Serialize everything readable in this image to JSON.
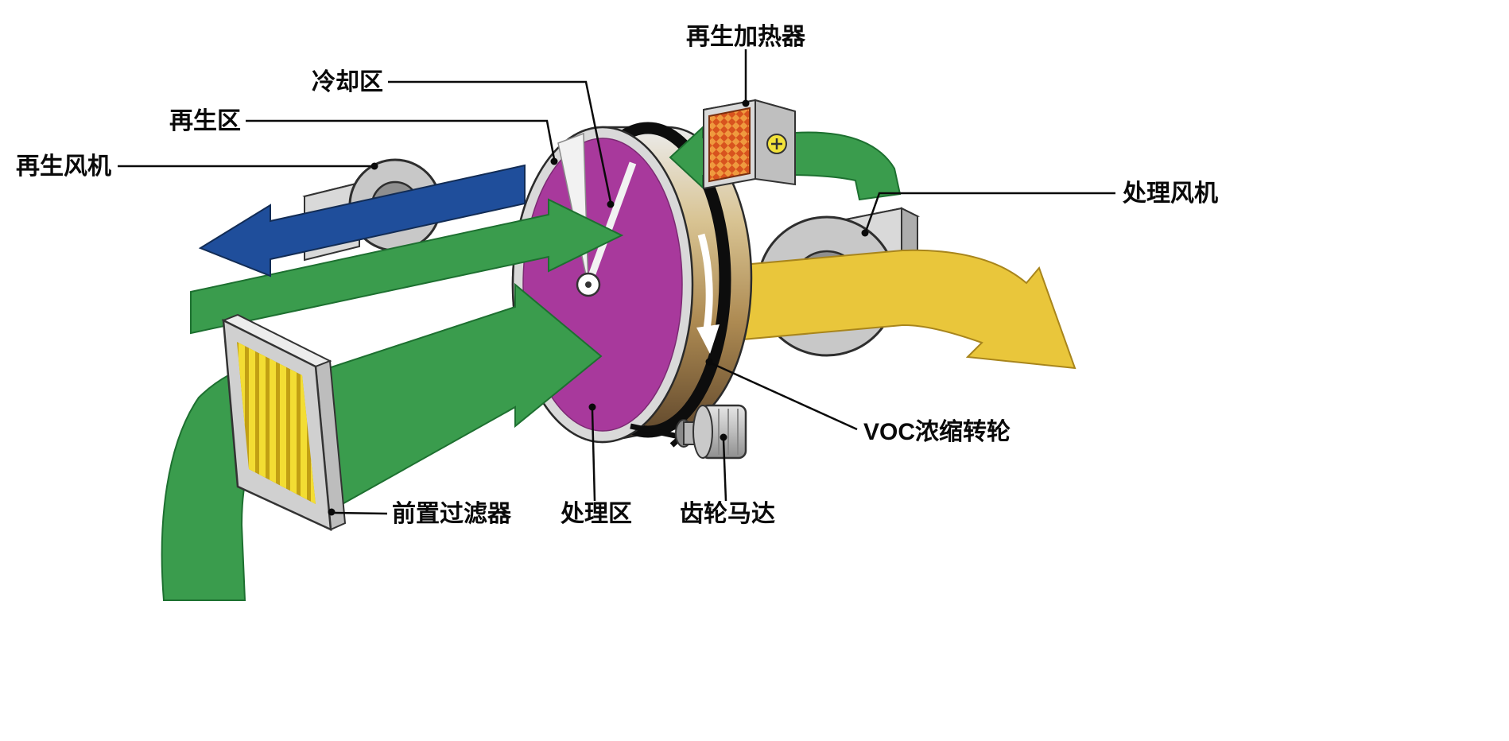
{
  "diagram": {
    "title": "VOC concentration rotor system diagram",
    "labels": {
      "regen_heater": "再生加热器",
      "cooling_zone": "冷却区",
      "regen_zone": "再生区",
      "regen_fan": "再生风机",
      "process_fan": "处理风机",
      "voc_rotor": "VOC浓缩转轮",
      "pre_filter": "前置过滤器",
      "process_zone": "处理区",
      "gear_motor": "齿轮马达"
    },
    "colors": {
      "process_air_green": "#3A9C4D",
      "regen_exhaust_blue": "#1F4E9B",
      "clean_air_yellow": "#E9C63B",
      "rotor_purple": "#A8399C",
      "heater_orange": "#E07A2A",
      "metal_gray": "#C8C8C8"
    }
  }
}
